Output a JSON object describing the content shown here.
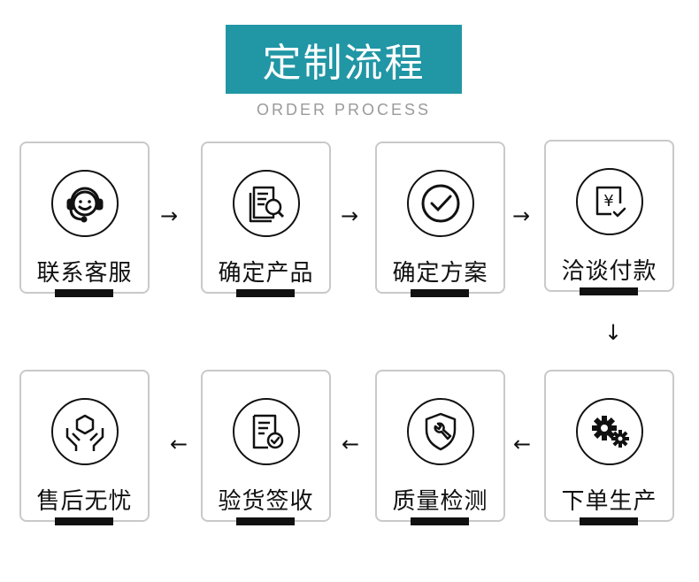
{
  "header": {
    "title": "定制流程",
    "subtitle": "ORDER PROCESS"
  },
  "colors": {
    "banner": "#2196a5",
    "subtitle": "#9a9a9a",
    "ink": "#111111",
    "card_border": "#c9c9c9"
  },
  "steps": [
    {
      "label": "联系客服",
      "icon": "headset-icon"
    },
    {
      "label": "确定产品",
      "icon": "document-search-icon"
    },
    {
      "label": "确定方案",
      "icon": "checkmark-icon"
    },
    {
      "label": "洽谈付款",
      "icon": "yen-payment-icon"
    },
    {
      "label": "下单生产",
      "icon": "gears-icon"
    },
    {
      "label": "质量检测",
      "icon": "shield-wrench-icon"
    },
    {
      "label": "验货签收",
      "icon": "document-check-icon"
    },
    {
      "label": "售后无忧",
      "icon": "hands-box-icon"
    }
  ],
  "arrows": {
    "right": "→",
    "left": "←",
    "down": "↓"
  }
}
